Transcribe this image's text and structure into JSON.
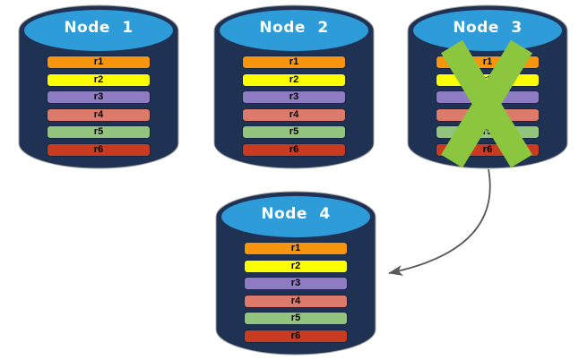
{
  "palette": {
    "background": "#FFFFFF",
    "cylinder_body": "#1F3254",
    "cylinder_top": "#2E9CD9",
    "cylinder_outline": "#A6A6A6",
    "node_text": "#FFFFFF",
    "bar_text": "#000000",
    "replica_r1": "#F7950E",
    "replica_r2": "#FDFF00",
    "replica_r3": "#8E7CC3",
    "replica_r4": "#DC7A6B",
    "replica_r5": "#93C47D",
    "replica_r6": "#C83B20",
    "x_mark": "#8CC63F",
    "arrow": "#595959"
  },
  "nodes": [
    {
      "label": "Node 1",
      "failed": false,
      "replicas": [
        "r1",
        "r2",
        "r3",
        "r4",
        "r5",
        "r6"
      ]
    },
    {
      "label": "Node 2",
      "failed": false,
      "replicas": [
        "r1",
        "r2",
        "r3",
        "r4",
        "r5",
        "r6"
      ]
    },
    {
      "label": "Node 3",
      "failed": true,
      "replicas": [
        "r1",
        "r2",
        "r3",
        "r4",
        "r5",
        "r6"
      ]
    },
    {
      "label": "Node 4",
      "failed": false,
      "replicas": [
        "r1",
        "r2",
        "r3",
        "r4",
        "r5",
        "r6"
      ]
    }
  ],
  "arrow": {
    "from": "Node 3",
    "to": "Node 4"
  }
}
